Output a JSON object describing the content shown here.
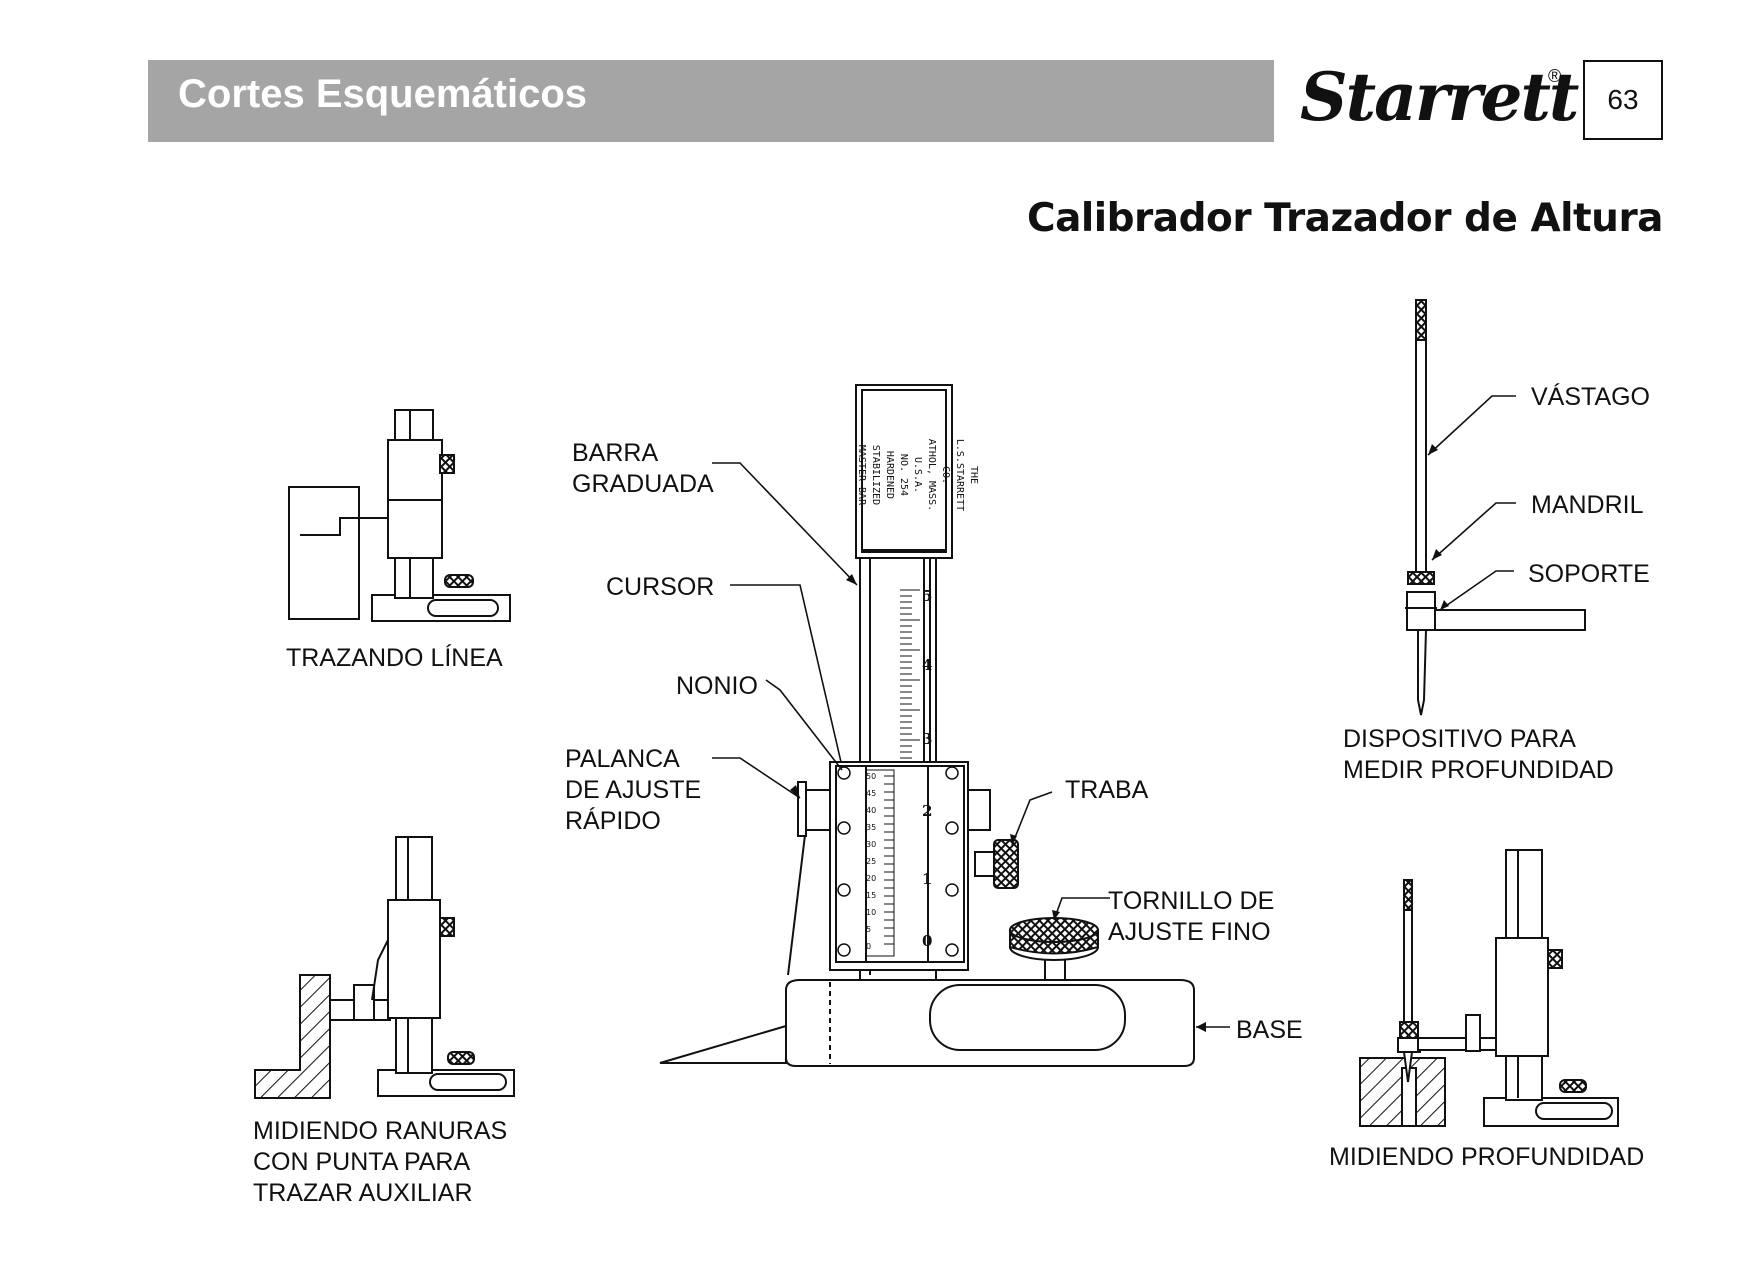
{
  "header": {
    "section_title": "Cortes Esquemáticos",
    "brand_logo": "Starrett",
    "registered_mark": "®",
    "page_number": "63"
  },
  "main": {
    "title": "Calibrador Trazador de Altura"
  },
  "diagram": {
    "main_parts": {
      "barra_graduada": "BARRA\nGRADUADA",
      "cursor": "CURSOR",
      "nonio": "NONIO",
      "palanca": "PALANCA\nDE AJUSTE\nRÁPIDO",
      "traba": "TRABA",
      "tornillo": "TORNILLO DE\nAJUSTE FINO",
      "base": "BASE"
    },
    "bar_inscription": [
      "THE L.S.STARRETT CO.",
      "ATHOL, MASS. U.S.A.",
      "NO. 254",
      "HARDENED STABILIZED",
      "MASTER BAR"
    ],
    "scale_numbers": [
      "5",
      "4",
      "3",
      "2",
      "1",
      "0"
    ],
    "vernier_numbers": [
      "50",
      "45",
      "40",
      "35",
      "30",
      "25",
      "20",
      "15",
      "10",
      "5",
      "0"
    ],
    "depth_attachment": {
      "vastago": "VÁSTAGO",
      "mandril": "MANDRIL",
      "soporte": "SOPORTE",
      "caption": "DISPOSITIVO PARA\nMEDIR PROFUNDIDAD"
    },
    "captions": {
      "trazando": "TRAZANDO LÍNEA",
      "ranuras": "MIDIENDO RANURAS\nCON PUNTA PARA\nTRAZAR AUXILIAR",
      "profundidad": "MIDIENDO PROFUNDIDAD"
    }
  }
}
